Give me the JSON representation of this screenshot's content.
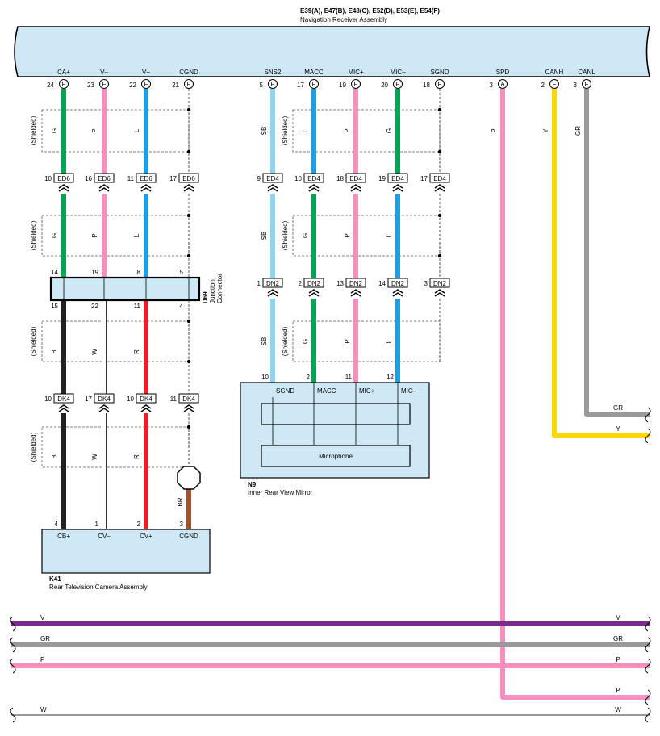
{
  "header": {
    "connectors": "E39(A), E47(B), E48(C), E52(D), E53(E), E54(F)",
    "name": "Navigation Receiver Assembly"
  },
  "colors": {
    "G": "#00a651",
    "P": "#f48fbe",
    "L": "#1aa0e0",
    "SB": "#8fd3f0",
    "B": "#222222",
    "R": "#e8202a",
    "BR": "#a0522d",
    "Y": "#ffd700",
    "GR": "#999999",
    "V": "#7a2b8c",
    "W": "#ffffff",
    "box_fill": "#cfe8f5"
  },
  "receiver_pins": [
    {
      "label": "CA+",
      "num": "24",
      "tag": "F"
    },
    {
      "label": "V–",
      "num": "23",
      "tag": "F"
    },
    {
      "label": "V+",
      "num": "22",
      "tag": "F"
    },
    {
      "label": "CGND",
      "num": "21",
      "tag": "F"
    },
    {
      "label": "SNS2",
      "num": "5",
      "tag": "F"
    },
    {
      "label": "MACC",
      "num": "17",
      "tag": "F"
    },
    {
      "label": "MIC+",
      "num": "19",
      "tag": "F"
    },
    {
      "label": "MIC–",
      "num": "20",
      "tag": "F"
    },
    {
      "label": "SGND",
      "num": "18",
      "tag": "F"
    },
    {
      "label": "SPD",
      "num": "3",
      "tag": "A"
    },
    {
      "label": "CANH",
      "num": "2",
      "tag": "F"
    },
    {
      "label": "CANL",
      "num": "3",
      "tag": "F"
    }
  ],
  "ed6": {
    "connector": "ED6",
    "pins": [
      "10",
      "16",
      "11",
      "17"
    ]
  },
  "ed4": {
    "connector": "ED4",
    "pins": [
      "9",
      "10",
      "18",
      "19",
      "17"
    ]
  },
  "dn2": {
    "connector": "DN2",
    "pins": [
      "1",
      "2",
      "13",
      "14",
      "3"
    ]
  },
  "dk4": {
    "connector": "DK4",
    "pins": [
      "10",
      "17",
      "10",
      "11"
    ]
  },
  "wire_codes": {
    "left_upper": [
      "G",
      "P",
      "L"
    ],
    "left_mid": [
      "G",
      "P",
      "L"
    ],
    "left_lower": [
      "B",
      "W",
      "R"
    ],
    "left_bottom": [
      "B",
      "W",
      "R"
    ],
    "br": "BR",
    "mid_upper": [
      "SB",
      "L",
      "P",
      "G"
    ],
    "mid_mid": [
      "SB",
      "G",
      "P",
      "L"
    ],
    "mid_lower": [
      "SB",
      "G",
      "P",
      "L"
    ],
    "spd": "P",
    "canh": "Y",
    "canl": "GR"
  },
  "shielded_label": "(Shielded)",
  "junction": {
    "id": "D69",
    "name_line1": "Junction",
    "name_line2": "Connector",
    "pins_top": [
      "14",
      "19",
      "8",
      "5"
    ],
    "pins_bottom": [
      "15",
      "22",
      "11",
      "4"
    ]
  },
  "mirror": {
    "id": "N9",
    "name": "Inner Rear View Mirror",
    "pin_nums": [
      "10",
      "2",
      "11",
      "12"
    ],
    "terminals": [
      "SGND",
      "MACC",
      "MIC+",
      "MIC–"
    ],
    "inner_label": "Microphone"
  },
  "camera": {
    "id": "K41",
    "name": "Rear Television Camera Assembly",
    "pin_nums": [
      "4",
      "1",
      "2",
      "3"
    ],
    "terminals": [
      "CB+",
      "CV–",
      "CV+",
      "CGND"
    ]
  },
  "right_labels": {
    "gr": "GR",
    "y": "Y"
  },
  "bus": [
    {
      "code": "V",
      "left": "V",
      "right": "V"
    },
    {
      "code": "GR",
      "left": "GR",
      "right": "GR"
    },
    {
      "code": "P",
      "left": "P",
      "right": "P"
    },
    {
      "code": "P",
      "left": "",
      "right": "P"
    },
    {
      "code": "W",
      "left": "W",
      "right": "W"
    }
  ]
}
